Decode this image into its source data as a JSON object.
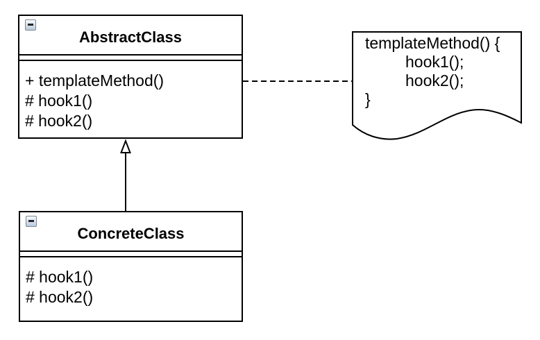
{
  "diagram": {
    "classes": [
      {
        "name": "AbstractClass",
        "methods": [
          "+ templateMethod()",
          "# hook1()",
          "# hook2()"
        ]
      },
      {
        "name": "ConcreteClass",
        "methods": [
          "# hook1()",
          "# hook2()"
        ]
      }
    ],
    "note": {
      "lines": [
        "templateMethod() {",
        "hook1();",
        "hook2();",
        "}"
      ]
    },
    "relationships": [
      {
        "type": "generalization",
        "from": "ConcreteClass",
        "to": "AbstractClass",
        "style": "solid-line-hollow-triangle"
      },
      {
        "type": "note-anchor",
        "from": "AbstractClass",
        "to": "note",
        "style": "dashed-line"
      }
    ],
    "icons": {
      "collapse": "minus-square"
    },
    "colors": {
      "line": "#000000",
      "background": "#ffffff",
      "collapse_btn_top": "#f7fafc",
      "collapse_btn_bottom": "#b9c9d9",
      "collapse_btn_border": "#7b8794",
      "collapse_btn_minus": "#23252b"
    }
  }
}
